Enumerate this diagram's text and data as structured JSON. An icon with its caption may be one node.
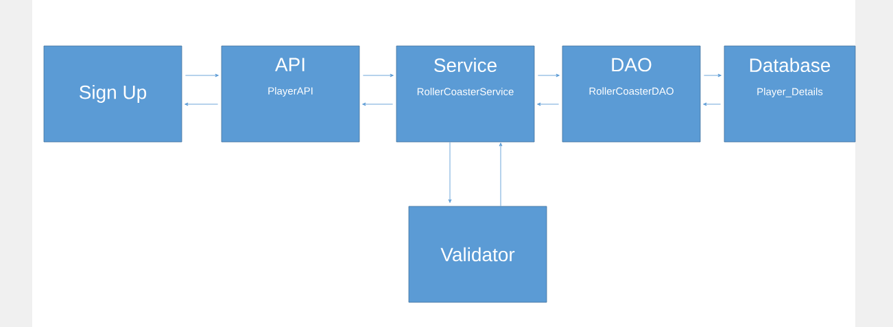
{
  "diagram": {
    "nodes": [
      {
        "text": [
          "Sign Up"
        ]
      },
      {
        "text": [
          "API",
          "PlayerAPI"
        ]
      },
      {
        "text": [
          "Service",
          "RollerCoasterService"
        ]
      },
      {
        "text": [
          "DAO",
          "RollerCoasterDAO"
        ]
      },
      {
        "text": [
          "Database",
          "Player_Details"
        ]
      },
      {
        "text": [
          "Validator"
        ]
      }
    ],
    "edges": [
      {
        "from": 0,
        "to": 1,
        "arrow": "to"
      },
      {
        "from": 1,
        "to": 0,
        "arrow": "to"
      },
      {
        "from": 1,
        "to": 2,
        "arrow": "to"
      },
      {
        "from": 2,
        "to": 1,
        "arrow": "to"
      },
      {
        "from": 2,
        "to": 3,
        "arrow": "to"
      },
      {
        "from": 3,
        "to": 2,
        "arrow": "to"
      },
      {
        "from": 3,
        "to": 4,
        "arrow": "to"
      },
      {
        "from": 4,
        "to": 3,
        "arrow": "to"
      },
      {
        "from": 2,
        "to": 5,
        "arrow": "to"
      },
      {
        "from": 5,
        "to": 2,
        "arrow": "to"
      }
    ]
  }
}
